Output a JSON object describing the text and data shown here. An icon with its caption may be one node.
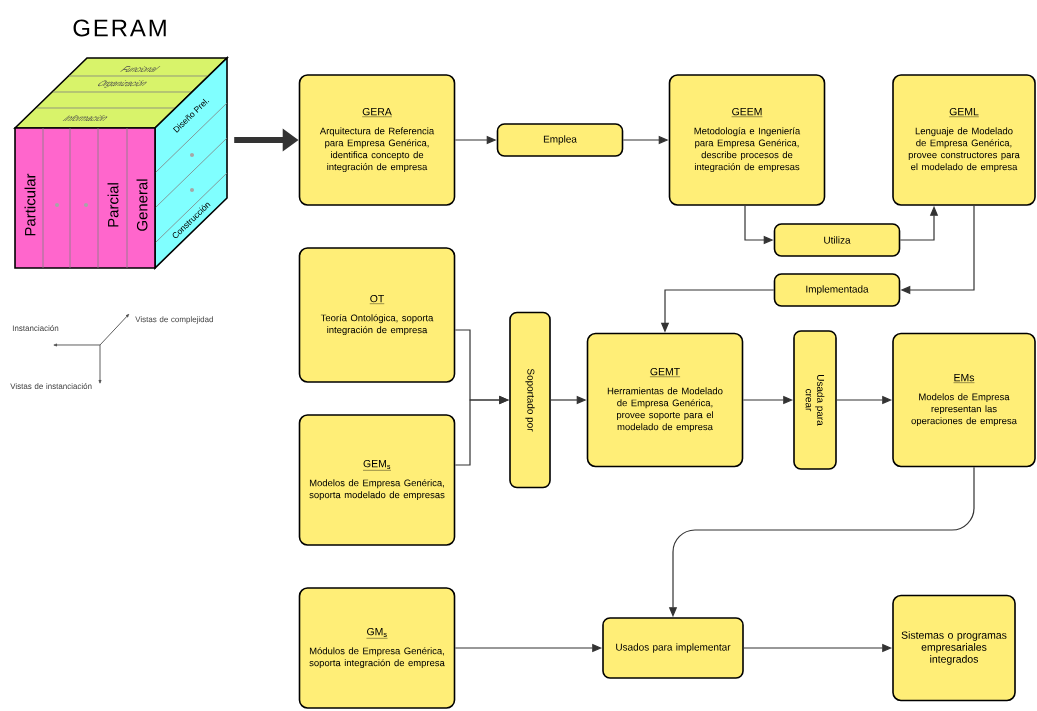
{
  "diagram": {
    "title": "GERAM",
    "nodes": [
      {
        "text": [
          "Funcional",
          "Organización",
          "Información",
          "Particular",
          "Parcial",
          "General",
          "Diseño Prel.",
          "Construcción"
        ]
      },
      {
        "text": [
          "GERA",
          "Arquitectura de Referencia para Empresa Genérica, identifica concepto de integración de empresa"
        ]
      },
      {
        "text": [
          "Emplea"
        ]
      },
      {
        "text": [
          "GEEM",
          "Metodología e Ingeniería para Empresa Genérica, describe procesos de integración de empresas"
        ]
      },
      {
        "text": [
          "Utiliza"
        ]
      },
      {
        "text": [
          "GEML",
          "Lenguaje de Modelado de Empresa Genérica, provee constructores para el modelado de empresa"
        ]
      },
      {
        "text": [
          "Implementada"
        ]
      },
      {
        "text": [
          "OT",
          "Teoría Ontológica, soporta integración de empresa"
        ]
      },
      {
        "text": [
          "GEM$_{s}$",
          "Modelos de Empresa Genérica, soporta modelado de empresas"
        ]
      },
      {
        "text": [
          "Soportado por"
        ]
      },
      {
        "text": [
          "GEMT",
          "Herramientas de Modelado de Empresa Genérica, provee soporte para el modelado de empresa"
        ]
      },
      {
        "text": [
          "Usada para crear"
        ]
      },
      {
        "text": [
          "EMs",
          "Modelos de Empresa representan las operaciones de empresa"
        ]
      },
      {
        "text": [
          "GM$_{s}$",
          "Módulos de Empresa Genérica, soporta integración de empresa"
        ]
      },
      {
        "text": [
          "Usados para implementar"
        ]
      },
      {
        "text": [
          "Sistemas o programas empresariales integrados"
        ]
      }
    ],
    "edges": [
      {
        "from": 0,
        "to": 1,
        "arrow": "to",
        "style": "thick"
      },
      {
        "from": 1,
        "to": 2,
        "arrow": "to"
      },
      {
        "from": 2,
        "to": 3,
        "arrow": "to"
      },
      {
        "from": 3,
        "to": 4,
        "arrow": "to"
      },
      {
        "from": 4,
        "to": 5,
        "arrow": "to"
      },
      {
        "from": 5,
        "to": 6,
        "arrow": "to"
      },
      {
        "from": 6,
        "to": 10,
        "arrow": "to"
      },
      {
        "from": 7,
        "to": 9,
        "arrow": "to"
      },
      {
        "from": 8,
        "to": 9,
        "arrow": "to"
      },
      {
        "from": 9,
        "to": 10,
        "arrow": "to"
      },
      {
        "from": 10,
        "to": 11,
        "arrow": "to"
      },
      {
        "from": 11,
        "to": 12,
        "arrow": "to"
      },
      {
        "from": 12,
        "to": 14,
        "arrow": "to"
      },
      {
        "from": 13,
        "to": 14,
        "arrow": "to"
      },
      {
        "from": 14,
        "to": 15,
        "arrow": "to"
      }
    ],
    "labels": [
      "Vistas de complejidad",
      "Instanciación",
      "Vistas de instanciación"
    ]
  }
}
